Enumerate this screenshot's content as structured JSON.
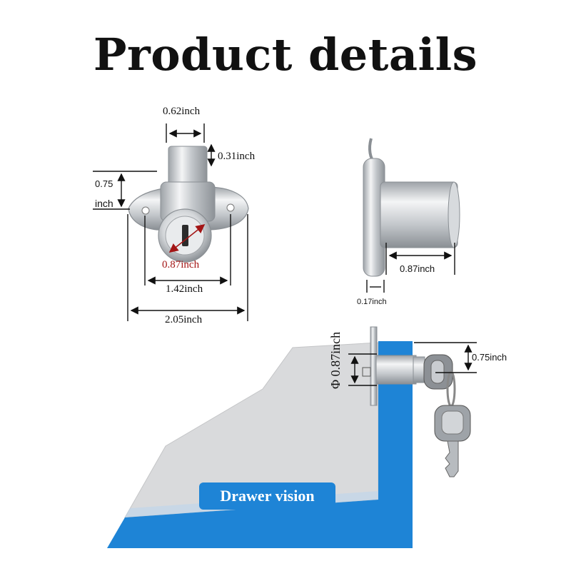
{
  "title": "Product details",
  "front_view": {
    "width_top": "0.62inch",
    "height_top": "0.31inch",
    "offset_value": "0.75",
    "offset_unit": "inch",
    "cylinder_diameter": "0.87inch",
    "hole_spacing": "1.42inch",
    "total_width": "2.05inch"
  },
  "side_view": {
    "barrel_length": "0.87inch",
    "flange_thickness": "0.17inch"
  },
  "drawer_view": {
    "diameter": "Φ 0.87inch",
    "key_offset": "0.75inch",
    "caption": "Drawer vision"
  },
  "colors": {
    "dimension_red": "#a31515",
    "drawer_blue": "#1e84d6",
    "drawer_panel": "#d9dadc",
    "metal": "#c9ccd0"
  }
}
